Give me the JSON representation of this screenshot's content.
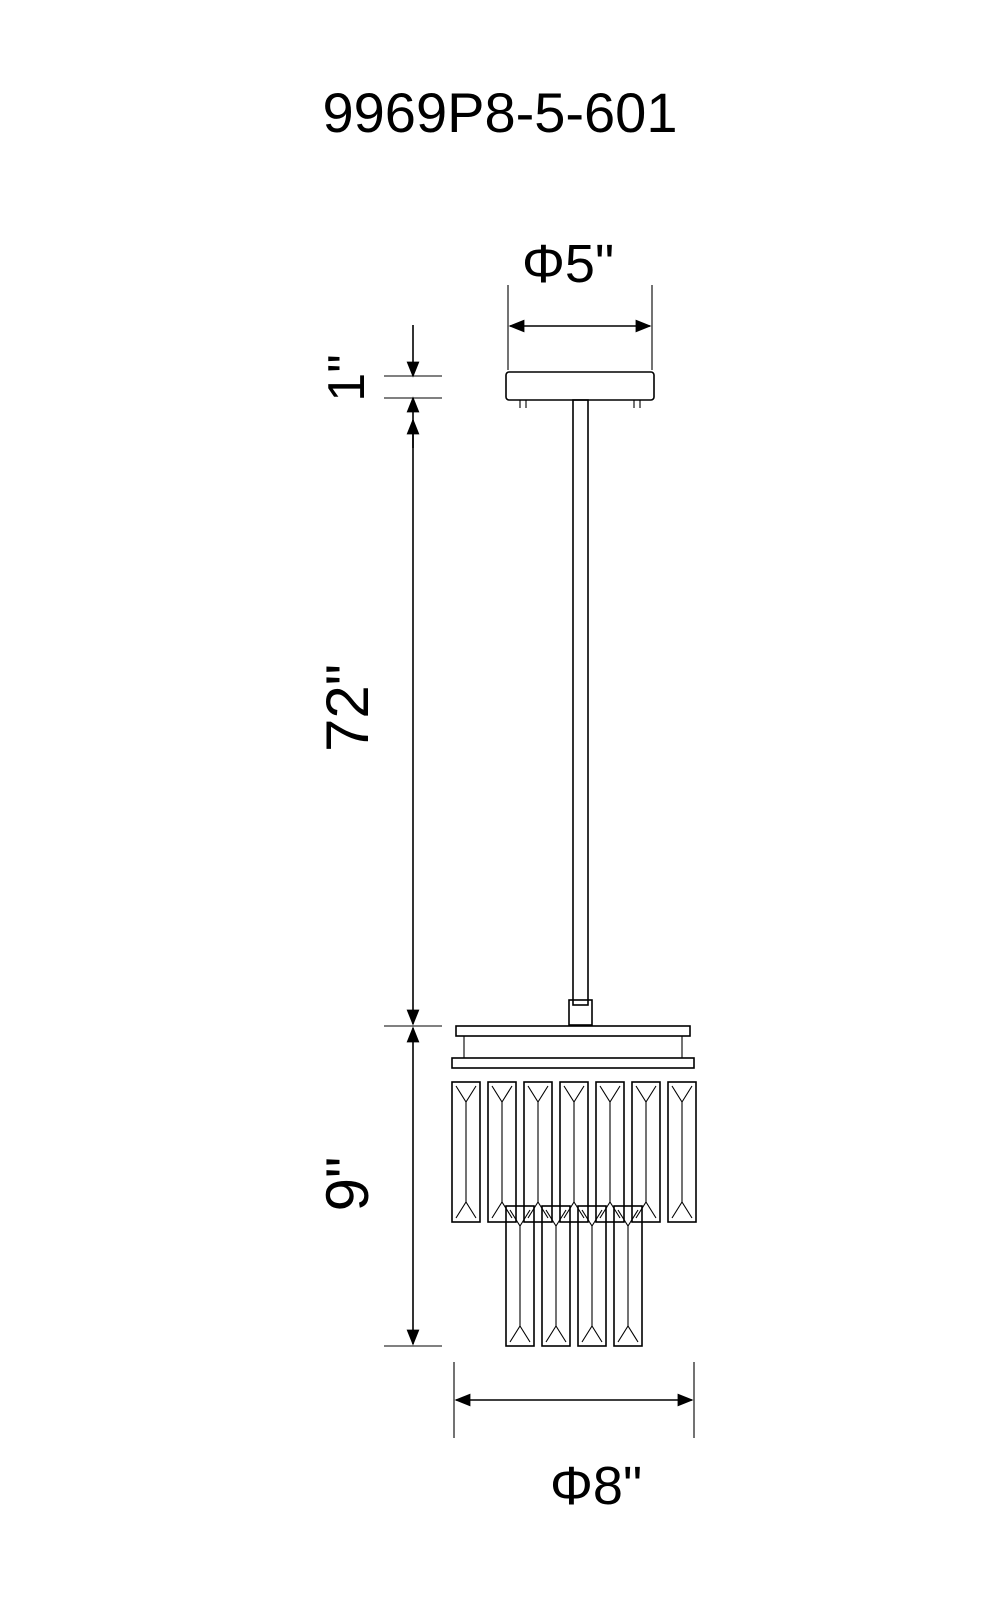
{
  "title": "9969P8-5-601",
  "dimensions": {
    "canopy_diameter": "Φ5\"",
    "canopy_height": "1\"",
    "rod_length": "72\"",
    "fixture_height": "9\"",
    "fixture_diameter": "Φ8\""
  },
  "colors": {
    "ink": "#000000",
    "background": "#ffffff"
  }
}
